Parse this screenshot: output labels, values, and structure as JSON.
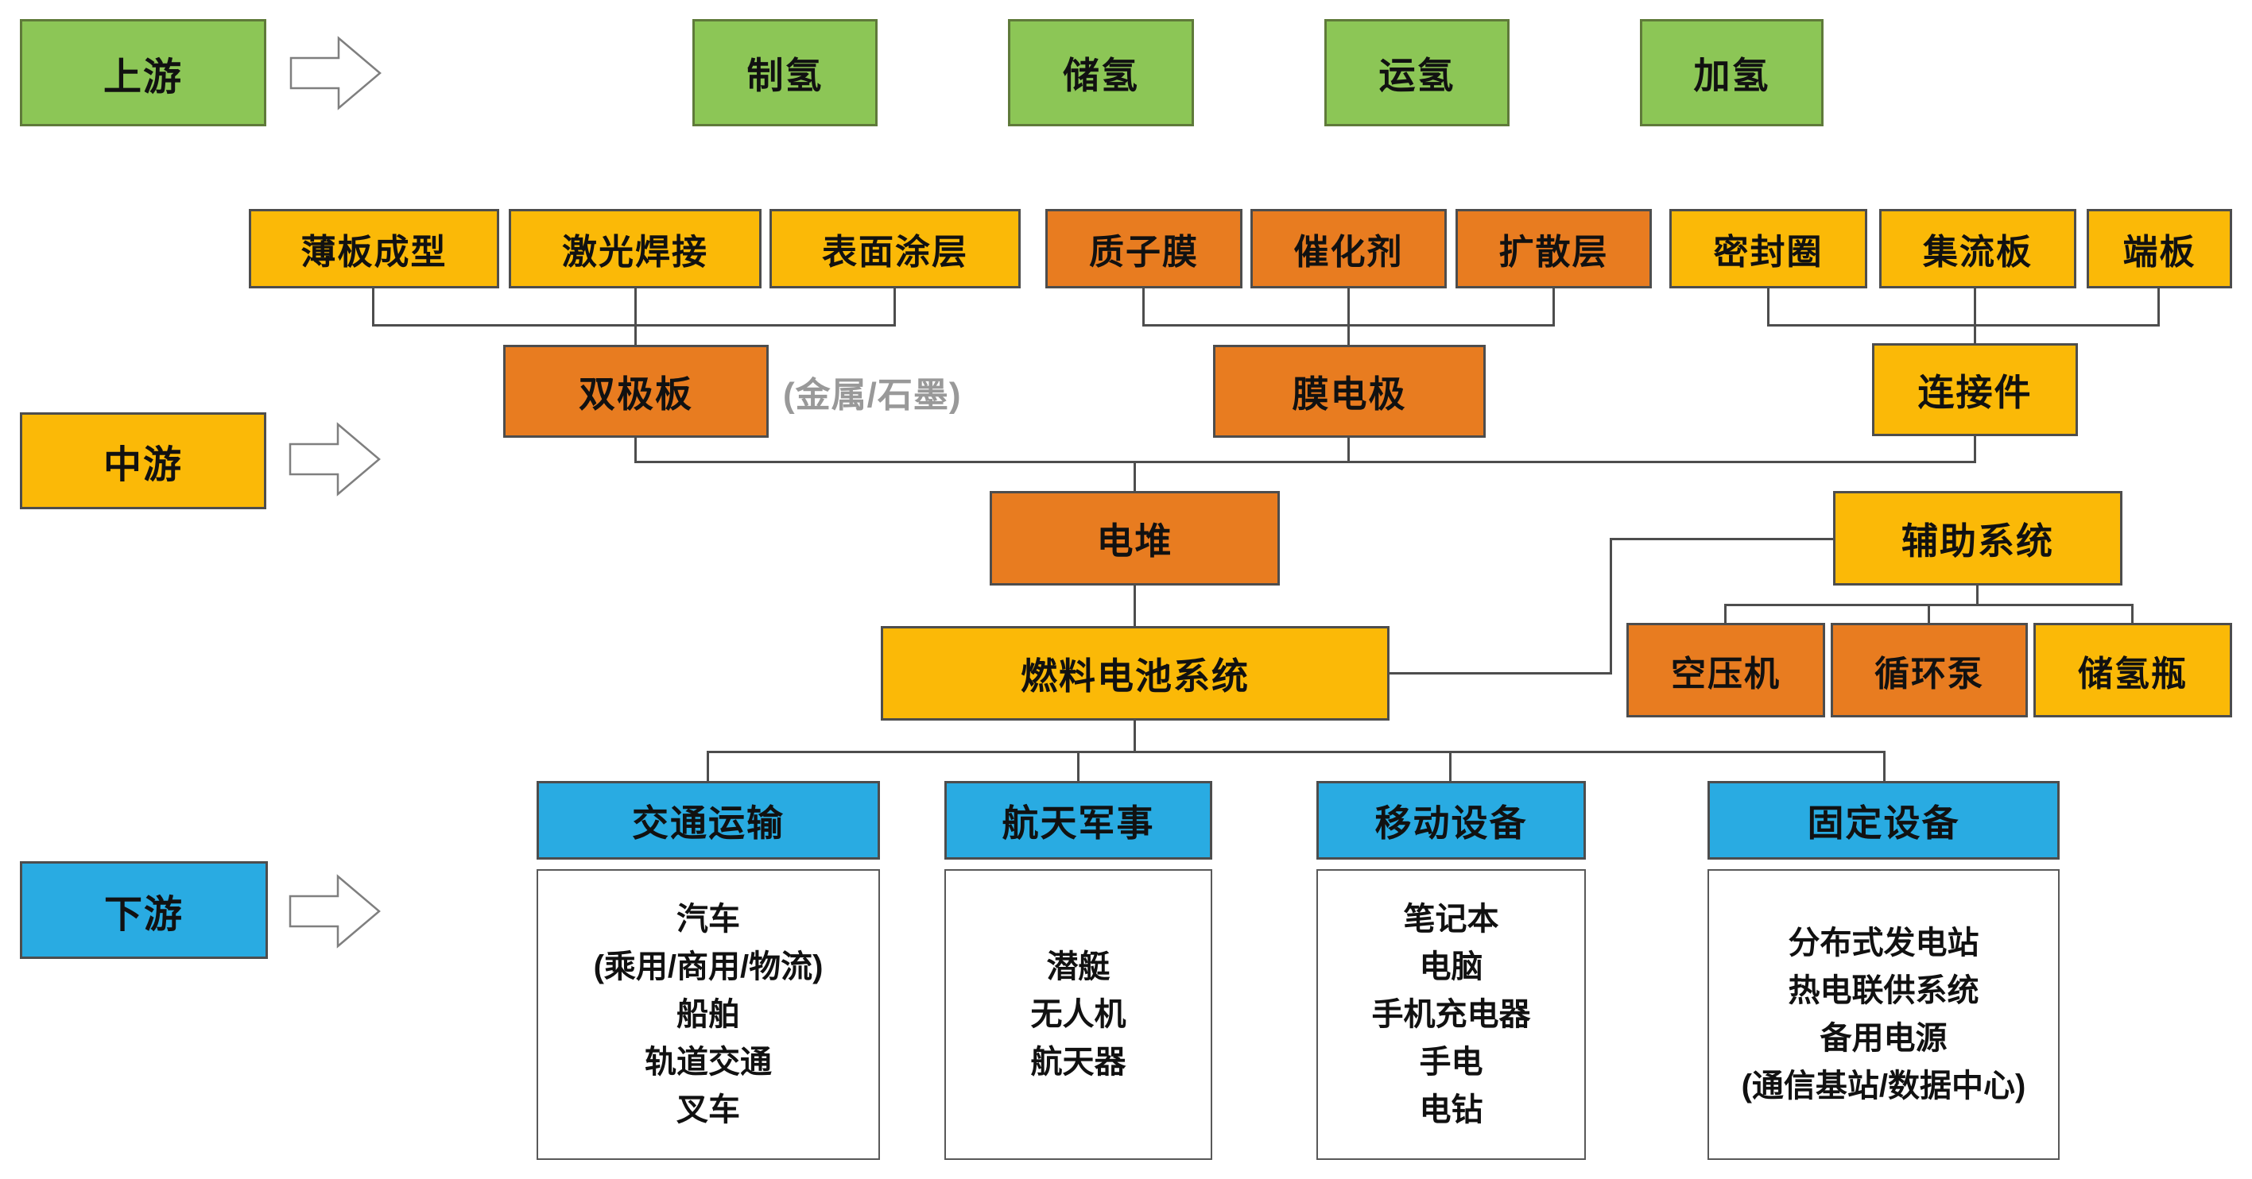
{
  "diagram": {
    "stages": {
      "upstream": "上游",
      "midstream": "中游",
      "downstream": "下游"
    },
    "upstream_chain": [
      "制氢",
      "储氢",
      "运氢",
      "加氢"
    ],
    "bipolar_processes": [
      "薄板成型",
      "激光焊接",
      "表面涂层"
    ],
    "mea_components": [
      "质子膜",
      "催化剂",
      "扩散层"
    ],
    "connector_components": [
      "密封圈",
      "集流板",
      "端板"
    ],
    "bipolar_plate": "双极板",
    "bipolar_plate_note": "(金属/石墨)",
    "mea": "膜电极",
    "connector": "连接件",
    "stack": "电堆",
    "aux_system": "辅助系统",
    "fc_system": "燃料电池系统",
    "aux_components": [
      "空压机",
      "循环泵",
      "储氢瓶"
    ],
    "applications": [
      {
        "header": "交通运输",
        "items": [
          "汽车",
          "(乘用/商用/物流)",
          "船舶",
          "轨道交通",
          "叉车"
        ]
      },
      {
        "header": "航天军事",
        "items": [
          "潜艇",
          "无人机",
          "航天器"
        ]
      },
      {
        "header": "移动设备",
        "items": [
          "笔记本",
          "电脑",
          "手机充电器",
          "手电",
          "电钻"
        ]
      },
      {
        "header": "固定设备",
        "items": [
          "分布式发电站",
          "热电联供系统",
          "备用电源",
          "(通信基站/数据中心)"
        ]
      }
    ],
    "colors": {
      "upstream_green": "#8CC656",
      "midstream_yellow": "#FBB907",
      "component_orange": "#E87C20",
      "downstream_blue": "#29ABE2",
      "connector_line": "#4D4D4D",
      "note_gray": "#999999"
    }
  }
}
